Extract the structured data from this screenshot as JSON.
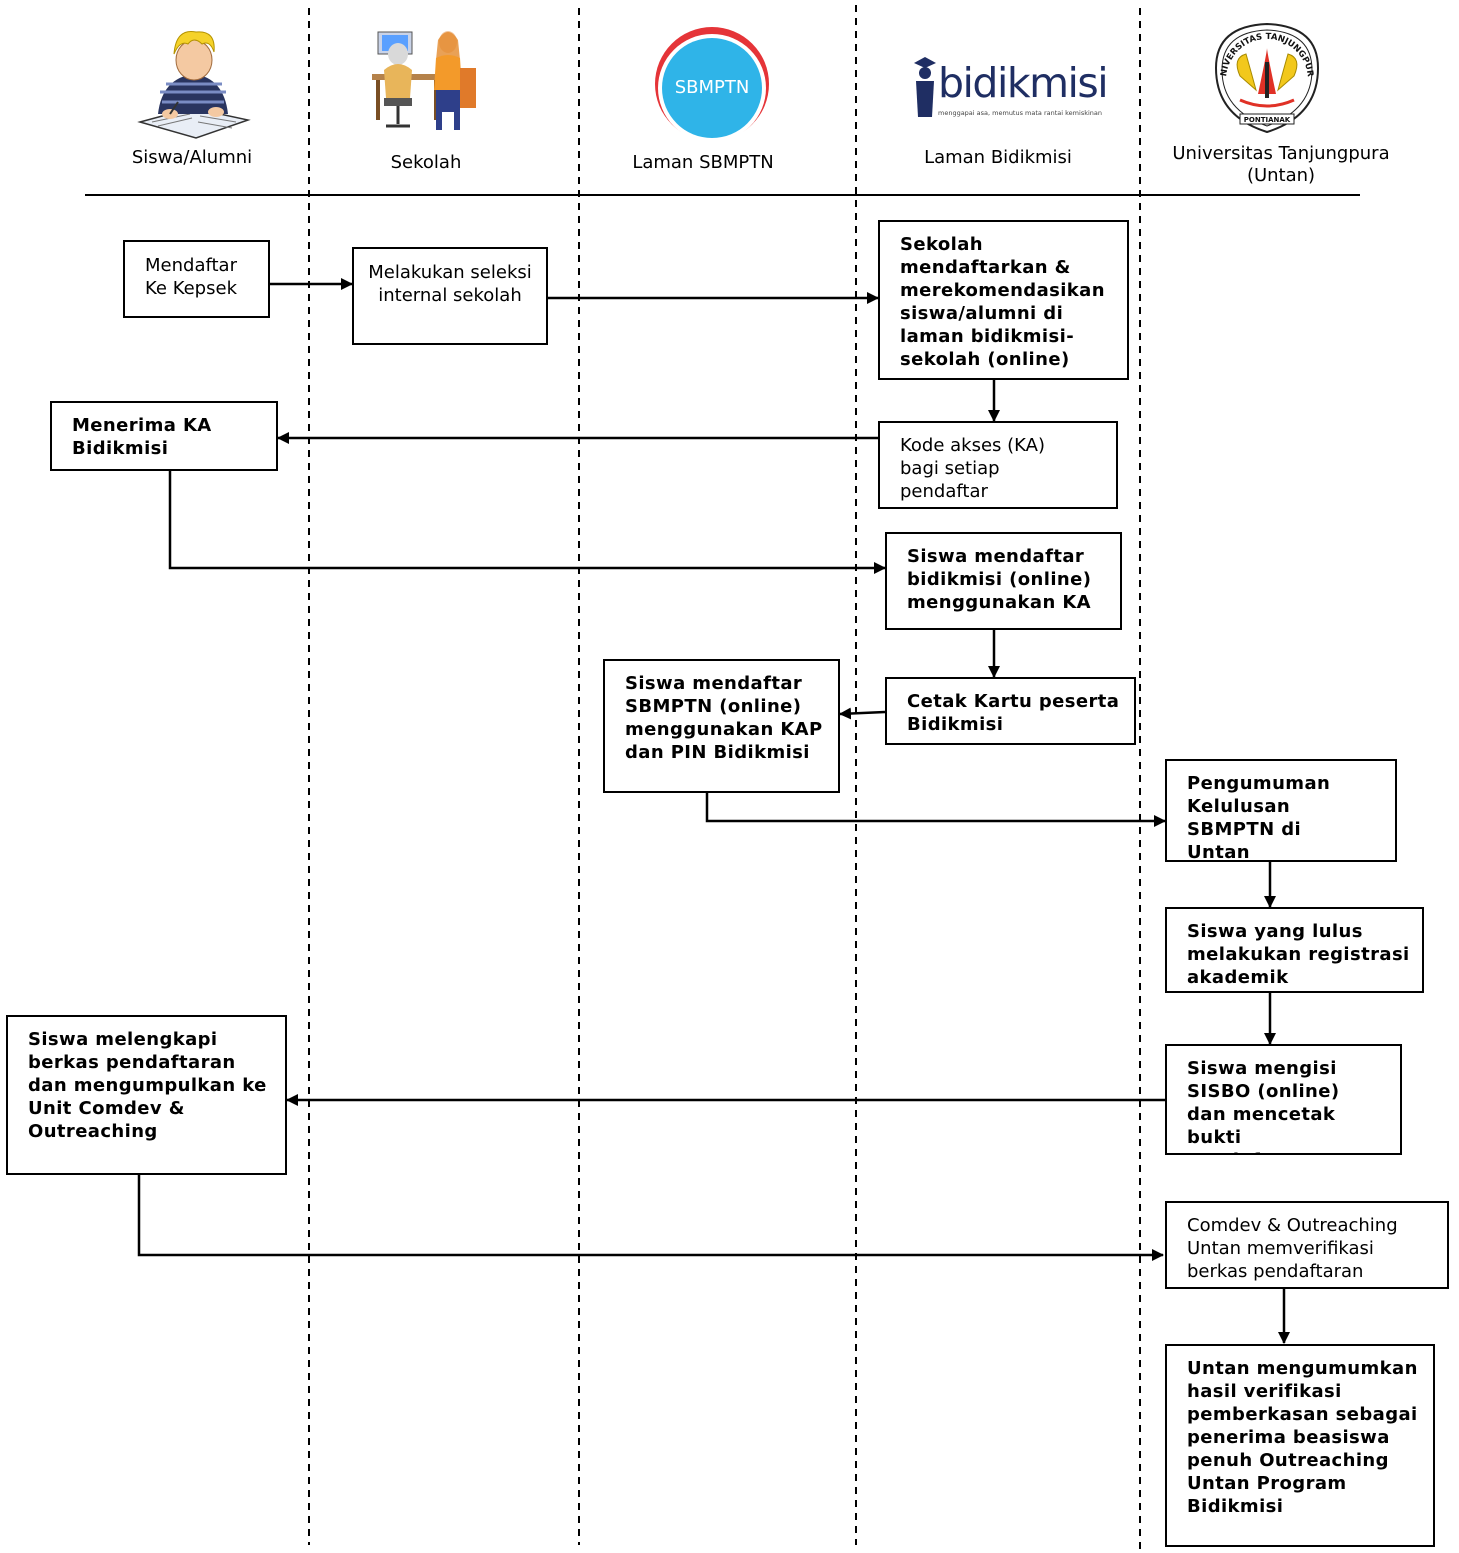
{
  "lanes": [
    {
      "label": "Siswa/Alumni"
    },
    {
      "label": "Sekolah"
    },
    {
      "label": "Laman SBMPTN"
    },
    {
      "label": "Laman Bidikmisi"
    },
    {
      "label": "Universitas Tanjungpura (Untan)"
    }
  ],
  "logos": {
    "sbmptn": "SBMPTN",
    "bidikmisi": "bidikmisi",
    "bidikmisi_tagline": "menggapai asa, memutus mata rantai kemiskinan",
    "untan_top": "UNIVERSITAS TANJUNGPURA",
    "untan_bottom": "PONTIANAK"
  },
  "boxes": {
    "mendaftar": "Mendaftar Ke Kepsek",
    "seleksi": "Melakukan seleksi internal sekolah",
    "sekolah_rekom": "Sekolah mendaftarkan & merekomendasikan siswa/alumni di laman bidikmisi-sekolah (online)",
    "menerima_ka": "Menerima KA Bidikmisi",
    "kode_akses": "Kode akses (KA) bagi setiap pendaftar",
    "daftar_bidikmisi": "Siswa mendaftar bidikmisi (online) menggunakan KA",
    "daftar_sbmptn": "Siswa mendaftar SBMPTN (online) menggunakan KAP dan PIN Bidikmisi",
    "cetak_kartu": "Cetak Kartu peserta Bidikmisi",
    "pengumuman": "Pengumuman Kelulusan SBMPTN di Untan",
    "registrasi": "Siswa yang lulus melakukan registrasi akademik",
    "sisbo": "Siswa mengisi SISBO (online) dan mencetak bukti pendaftaran",
    "melengkapi": "Siswa melengkapi berkas pendaftaran dan mengumpulkan ke Unit Comdev & Outreaching",
    "verifikasi": "Comdev & Outreaching Untan memverifikasi berkas pendaftaran",
    "hasil": "Untan mengumumkan hasil verifikasi pemberkasan sebagai penerima beasiswa penuh Outreaching Untan Program Bidikmisi"
  }
}
